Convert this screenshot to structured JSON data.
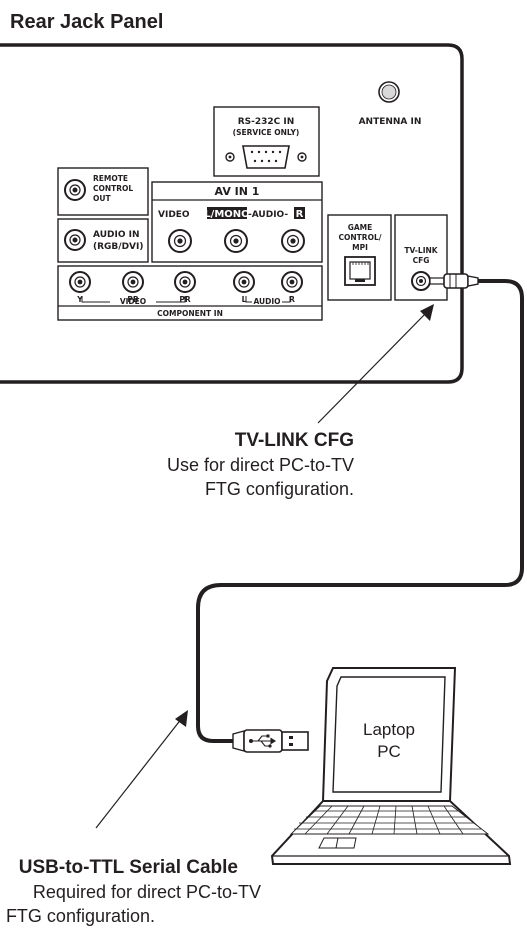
{
  "title": "Rear Jack Panel",
  "panel": {
    "antenna_in": "ANTENNA IN",
    "rs232_line1": "RS-232C IN",
    "rs232_line2": "(SERVICE ONLY)",
    "remote_line1": "REMOTE",
    "remote_line2": "CONTROL",
    "remote_line3": "OUT",
    "audio_in_line1": "AUDIO IN",
    "audio_in_line2": "(RGB/DVI)",
    "av_in": "AV IN 1",
    "video": "VIDEO",
    "l_mono": "L/MONO",
    "audio_mid": "-AUDIO-",
    "r": "R",
    "game_line1": "GAME",
    "game_line2": "CONTROL/",
    "game_line3": "MPI",
    "tvlink_line1": "TV-LINK",
    "tvlink_line2": "CFG",
    "comp_y": "Y",
    "comp_pb": "PB",
    "comp_pr": "PR",
    "comp_l": "L",
    "comp_r": "R",
    "comp_video": "VIDEO",
    "comp_audio": "AUDIO",
    "component_in": "COMPONENT IN"
  },
  "callout_tvlink": {
    "heading": "TV-LINK CFG",
    "line1": "Use for direct PC-to-TV",
    "line2": "FTG configuration."
  },
  "laptop": {
    "line1": "Laptop",
    "line2": "PC"
  },
  "callout_cable": {
    "heading": "USB-to-TTL Serial Cable",
    "line1": "Required for direct PC-to-TV",
    "line2": "FTG configuration."
  },
  "colors": {
    "ink": "#231f20",
    "background": "#ffffff"
  }
}
